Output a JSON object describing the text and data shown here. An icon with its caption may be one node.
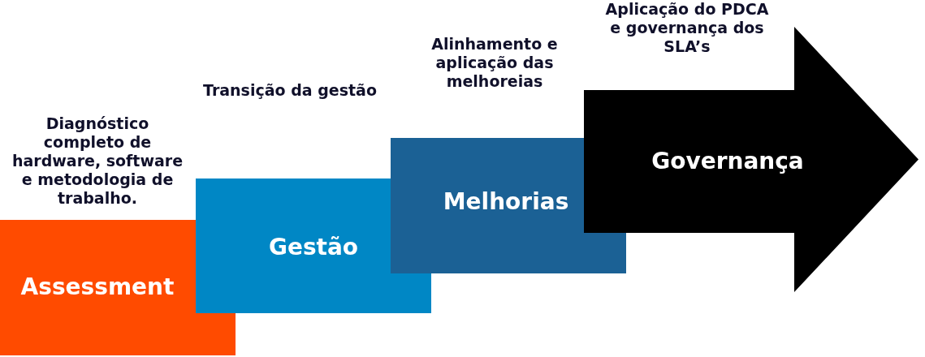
{
  "diagram": {
    "nodes": [
      {
        "text": [
          "Assessment"
        ],
        "beside": [
          "Diagnóstico completo de hardware, software e metodologia de trabalho."
        ]
      },
      {
        "text": [
          "Gestão"
        ]
      },
      {
        "text": [
          "Melhorias"
        ]
      },
      {
        "text": [
          "Governança"
        ],
        "beside": [
          "Aplicação do PDCA e governança dos SLA’s"
        ]
      }
    ],
    "labels": [
      "Transição da gestão",
      "Alinhamento e aplicação das melhoreias"
    ]
  }
}
